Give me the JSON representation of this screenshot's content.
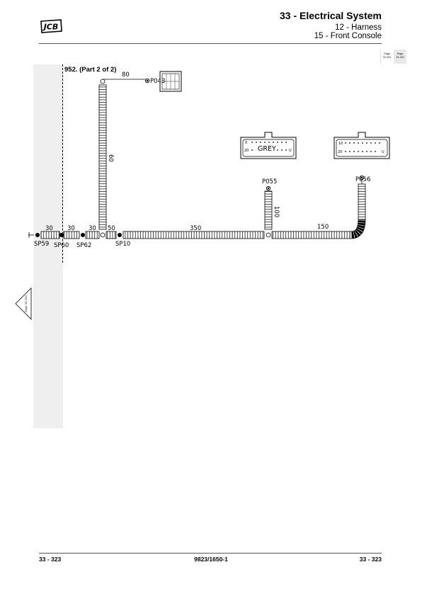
{
  "header": {
    "chapter": "33 - Electrical System",
    "section": "12 - Harness",
    "subsection": "15 - Front Console"
  },
  "page_refs": {
    "prev": {
      "label": "Page",
      "number": "33-322"
    },
    "current": {
      "label": "Page",
      "number": "33-323"
    }
  },
  "nav": {
    "prev_page_label": "Page 33-322"
  },
  "figure": {
    "title": "952. (Part 2 of 2)",
    "splices": {
      "sp59": "SP59",
      "sp60": "SP60",
      "sp62": "SP62",
      "sp10": "SP10"
    },
    "connectors": {
      "p043": "P043",
      "p055": "P055",
      "p056": "P056"
    },
    "connector_color": "GREY",
    "connector_pins": {
      "p055_top": "0",
      "p055_side": "20",
      "p055_right": "U",
      "p056_top": "10",
      "p056_side": "20",
      "p056_right": "U"
    },
    "lengths": {
      "sp59_sp60": "30",
      "sp60_sp62": "30",
      "sp62_junction": "30",
      "junction_sp10": "50",
      "to_p043": "80",
      "vertical_branch": "60",
      "main_trunk": "350",
      "p055_drop": "100",
      "to_p056": "150"
    }
  },
  "footer": {
    "left": "33 - 323",
    "center": "9823/1650-1",
    "right": "33 - 323"
  },
  "colors": {
    "band": "#efefef",
    "line": "#000000"
  }
}
